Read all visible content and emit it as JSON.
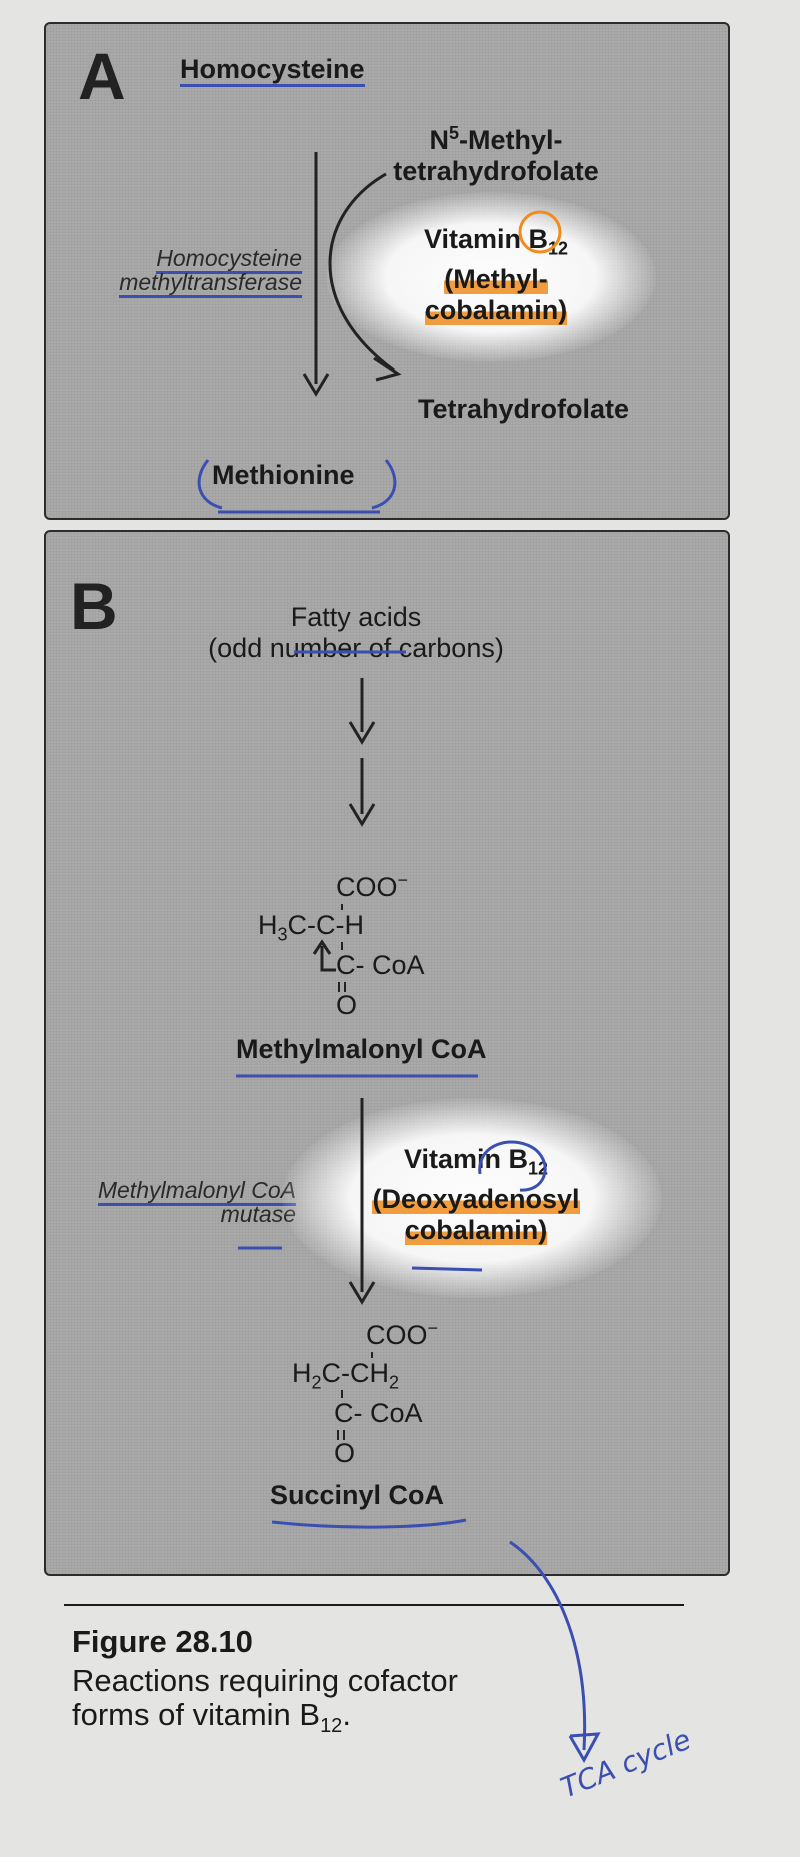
{
  "panel_a": {
    "letter": "A",
    "substrate": "Homocysteine",
    "donor_prefix": "N",
    "donor_superscript": "5",
    "donor_line1": "-Methyl-",
    "donor_line2": "tetrahydrofolate",
    "cofactor_line1": "Vitamin B",
    "cofactor_subscript": "12",
    "cofactor_line2": "(Methyl-",
    "cofactor_line3": "cobalamin)",
    "enzyme_line1": "Homocysteine",
    "enzyme_line2": "methyltransferase",
    "byproduct": "Tetrahydrofolate",
    "product": "Methionine"
  },
  "panel_b": {
    "letter": "B",
    "source_line1": "Fatty acids",
    "source_line2": "(odd number of carbons)",
    "intermediate": {
      "name": "Methylmalonyl CoA",
      "row1": "COO",
      "row1_charge": "−",
      "row2_left": "H",
      "row2_sub": "3",
      "row2_mid": "C-C-H",
      "row3": "C- CoA",
      "row4": "O"
    },
    "enzyme_line1": "Methylmalonyl CoA",
    "enzyme_line2": "mutase",
    "cofactor_line1": "Vitamin B",
    "cofactor_subscript": "12",
    "cofactor_line2": "(Deoxyadenosyl",
    "cofactor_line3": "cobalamin)",
    "product": {
      "name": "Succinyl CoA",
      "row1": "COO",
      "row1_charge": "−",
      "row2_a": "H",
      "row2_sub1": "2",
      "row2_b": "C-CH",
      "row2_sub2": "2",
      "row3": "C- CoA",
      "row4": "O"
    }
  },
  "caption": {
    "title": "Figure 28.10",
    "line1": "Reactions requiring cofactor",
    "line2": "forms of vitamin B",
    "line2_subscript": "12",
    "line2_end": "."
  },
  "handwritten_note": "TCA cycle",
  "colors": {
    "panel": "#a9a9a9",
    "highlighter_orange": "#f08c1e",
    "pen_blue": "#3a4fb0"
  }
}
